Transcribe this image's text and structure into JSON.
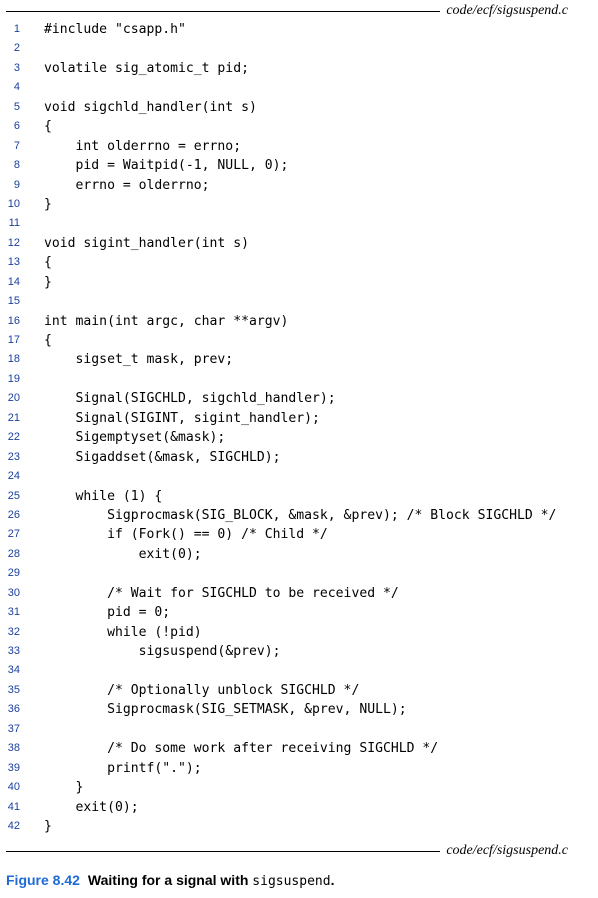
{
  "header": {
    "file_path": "code/ecf/sigsuspend.c"
  },
  "footer": {
    "file_path": "code/ecf/sigsuspend.c"
  },
  "code_lines": [
    {
      "num": "1",
      "text": "#include \"csapp.h\""
    },
    {
      "num": "2",
      "text": ""
    },
    {
      "num": "3",
      "text": "volatile sig_atomic_t pid;"
    },
    {
      "num": "4",
      "text": ""
    },
    {
      "num": "5",
      "text": "void sigchld_handler(int s)"
    },
    {
      "num": "6",
      "text": "{"
    },
    {
      "num": "7",
      "text": "    int olderrno = errno;"
    },
    {
      "num": "8",
      "text": "    pid = Waitpid(-1, NULL, 0);"
    },
    {
      "num": "9",
      "text": "    errno = olderrno;"
    },
    {
      "num": "10",
      "text": "}"
    },
    {
      "num": "11",
      "text": ""
    },
    {
      "num": "12",
      "text": "void sigint_handler(int s)"
    },
    {
      "num": "13",
      "text": "{"
    },
    {
      "num": "14",
      "text": "}"
    },
    {
      "num": "15",
      "text": ""
    },
    {
      "num": "16",
      "text": "int main(int argc, char **argv)"
    },
    {
      "num": "17",
      "text": "{"
    },
    {
      "num": "18",
      "text": "    sigset_t mask, prev;"
    },
    {
      "num": "19",
      "text": ""
    },
    {
      "num": "20",
      "text": "    Signal(SIGCHLD, sigchld_handler);"
    },
    {
      "num": "21",
      "text": "    Signal(SIGINT, sigint_handler);"
    },
    {
      "num": "22",
      "text": "    Sigemptyset(&mask);"
    },
    {
      "num": "23",
      "text": "    Sigaddset(&mask, SIGCHLD);"
    },
    {
      "num": "24",
      "text": ""
    },
    {
      "num": "25",
      "text": "    while (1) {"
    },
    {
      "num": "26",
      "text": "        Sigprocmask(SIG_BLOCK, &mask, &prev); /* Block SIGCHLD */"
    },
    {
      "num": "27",
      "text": "        if (Fork() == 0) /* Child */"
    },
    {
      "num": "28",
      "text": "            exit(0);"
    },
    {
      "num": "29",
      "text": ""
    },
    {
      "num": "30",
      "text": "        /* Wait for SIGCHLD to be received */"
    },
    {
      "num": "31",
      "text": "        pid = 0;"
    },
    {
      "num": "32",
      "text": "        while (!pid)"
    },
    {
      "num": "33",
      "text": "            sigsuspend(&prev);"
    },
    {
      "num": "34",
      "text": ""
    },
    {
      "num": "35",
      "text": "        /* Optionally unblock SIGCHLD */"
    },
    {
      "num": "36",
      "text": "        Sigprocmask(SIG_SETMASK, &prev, NULL);"
    },
    {
      "num": "37",
      "text": ""
    },
    {
      "num": "38",
      "text": "        /* Do some work after receiving SIGCHLD */"
    },
    {
      "num": "39",
      "text": "        printf(\".\");"
    },
    {
      "num": "40",
      "text": "    }"
    },
    {
      "num": "41",
      "text": "    exit(0);"
    },
    {
      "num": "42",
      "text": "}"
    }
  ],
  "caption": {
    "label": "Figure 8.42",
    "text": "Waiting for a signal with ",
    "code": "sigsuspend",
    "end": "."
  },
  "colors": {
    "line_number": "#1a3fa0",
    "figure_label": "#1f6bd6"
  }
}
